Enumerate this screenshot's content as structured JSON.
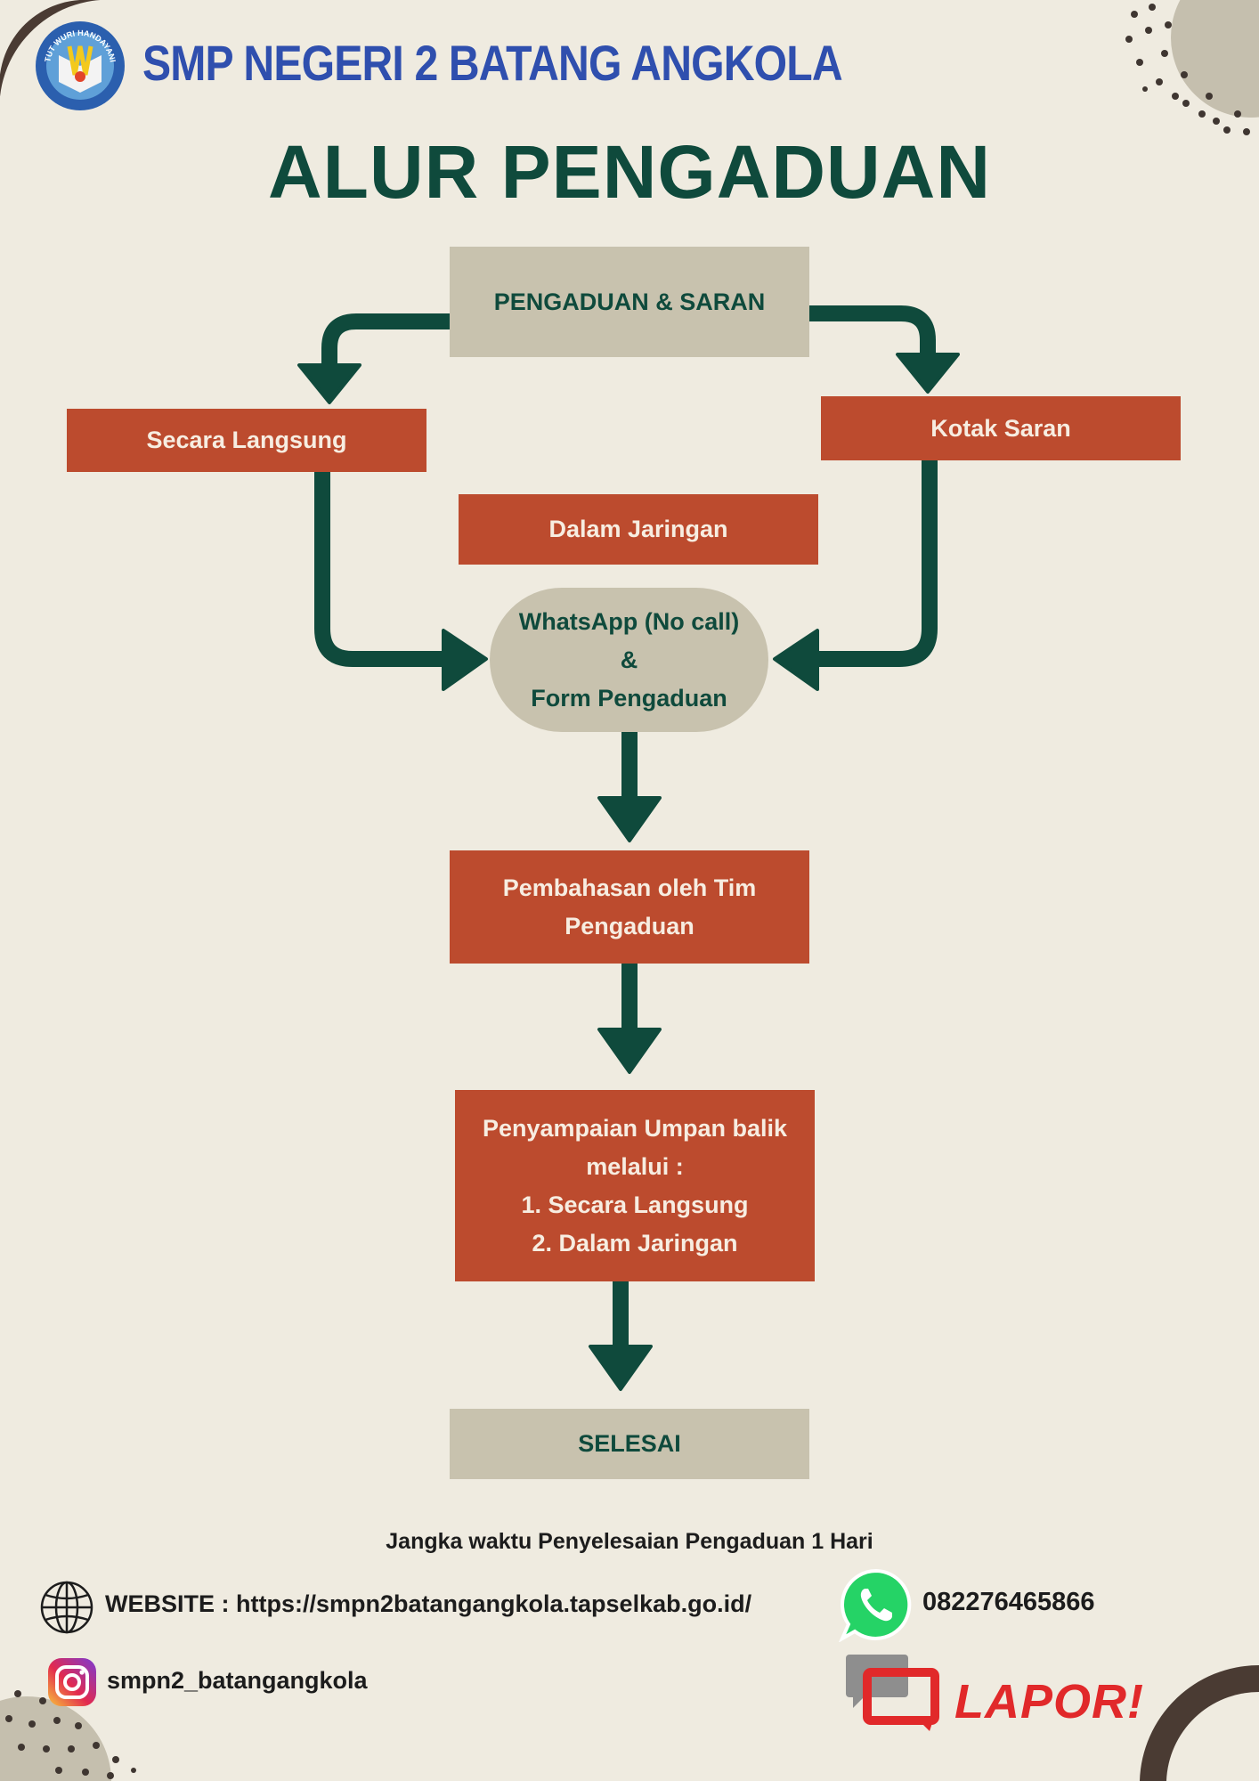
{
  "header": {
    "school_name": "SMP NEGERI 2 BATANG ANGKOLA",
    "logo_text": "TUT WURI HANDAYANI",
    "title": "ALUR PENGADUAN"
  },
  "flow": {
    "nodes": {
      "pengaduan_saran": "PENGADUAN & SARAN",
      "secara_langsung": "Secara Langsung",
      "kotak_saran": "Kotak Saran",
      "dalam_jaringan": "Dalam Jaringan",
      "whatsapp_form": "WhatsApp (No call)\n&\nForm Pengaduan",
      "pembahasan": "Pembahasan oleh Tim\nPengaduan",
      "penyampaian": "Penyampaian Umpan balik\nmelalui :\n1. Secara Langsung\n2. Dalam Jaringan",
      "selesai": "SELESAI"
    }
  },
  "footer": {
    "note": "Jangka waktu Penyelesaian Pengaduan  1 Hari",
    "website": "WEBSITE : https://smpn2batangangkola.tapselkab.go.id/",
    "instagram": "smpn2_batangangkola",
    "whatsapp_number": "082276465866",
    "lapor": "LAPOR!"
  },
  "icons": {
    "logo": "tut-wuri-handayani-logo",
    "website": "globe-icon",
    "instagram": "instagram-icon",
    "whatsapp": "whatsapp-icon",
    "lapor": "lapor-logo"
  },
  "colors": {
    "background": "#efebe0",
    "orange_box": "#bc4b2e",
    "grey_box": "#c8c2ae",
    "dark_green": "#0f4a3c",
    "school_blue": "#2f4fae",
    "lapor_red": "#e1292a",
    "whatsapp_green": "#25d366"
  }
}
